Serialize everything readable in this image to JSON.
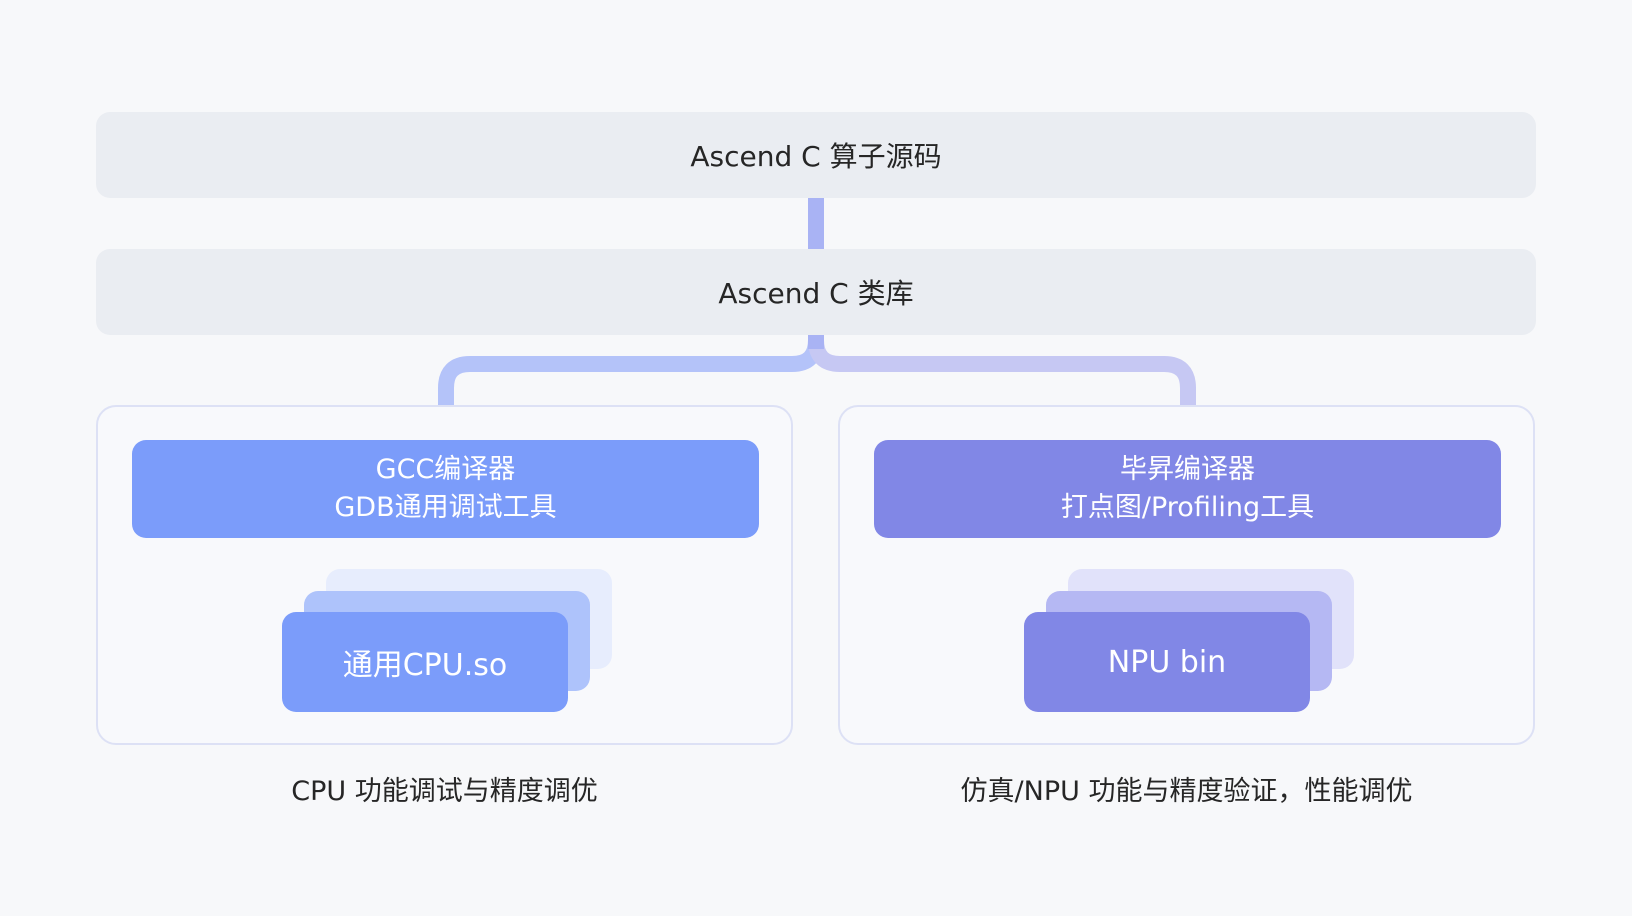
{
  "source_layer": {
    "label": "Ascend C 算子源码"
  },
  "library_layer": {
    "label": "Ascend C 类库"
  },
  "cpu_panel": {
    "tool_line1": "GCC编译器",
    "tool_line2": "GDB通用调试工具",
    "output_label": "通用CPU.so",
    "caption": "CPU 功能调试与精度调优"
  },
  "npu_panel": {
    "tool_line1": "毕昇编译器",
    "tool_line2": "打点图/Profiling工具",
    "output_label": "NPU bin",
    "caption": "仿真/NPU 功能与精度验证，性能调优"
  },
  "colors": {
    "background": "#f7f8fa",
    "layer_bar": "#eaedf2",
    "cpu_accent": "#7b9cfa",
    "npu_accent": "#8187e6",
    "connector": "#a9b3f4"
  }
}
